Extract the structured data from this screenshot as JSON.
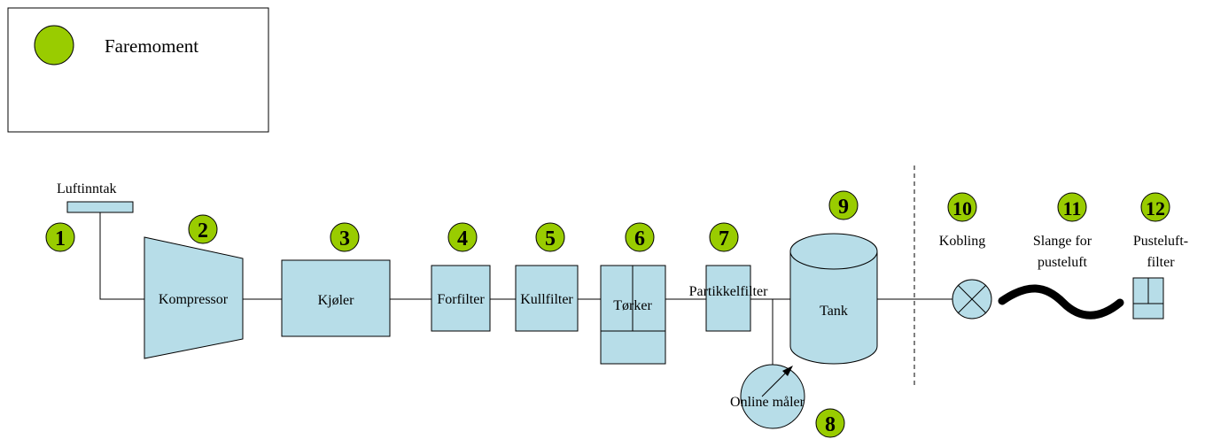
{
  "legend": {
    "label": "Faremoment"
  },
  "labels": {
    "air_intake": "Luftinntak",
    "compressor": "Kompressor",
    "cooler": "Kjøler",
    "prefilter": "Forfilter",
    "carbon_filter": "Kullfilter",
    "dryer": "Tørker",
    "particle_filter": "Partikkelfilter",
    "online_meter": "Online måler",
    "tank": "Tank",
    "coupling": "Kobling",
    "hose_line1": "Slange for",
    "hose_line2": "pusteluft",
    "breathing_filter_line1": "Pusteluft-",
    "breathing_filter_line2": "filter"
  },
  "hazards": [
    "1",
    "2",
    "3",
    "4",
    "5",
    "6",
    "7",
    "8",
    "9",
    "10",
    "11",
    "12"
  ],
  "colors": {
    "hazard": "#99cc00",
    "component": "#b7dde8"
  }
}
